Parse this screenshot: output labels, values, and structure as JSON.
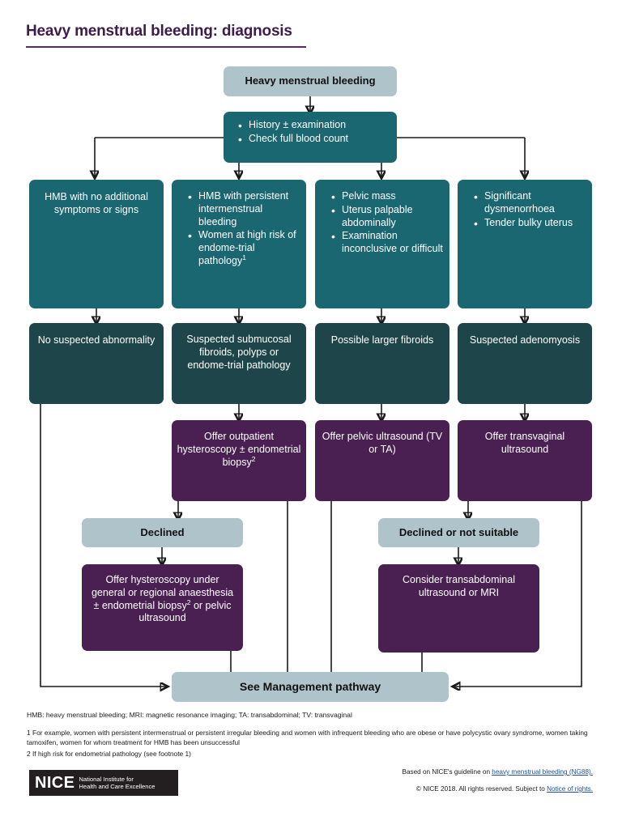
{
  "page": {
    "title": "Heavy menstrual bleeding: diagnosis"
  },
  "colors": {
    "light_blue": "#aec3ca",
    "teal": "#1a6671",
    "dark_teal": "#1e4549",
    "purple": "#4a2052",
    "title_purple": "#3d1c4c",
    "link_blue": "#1f4e9c"
  },
  "nodes": {
    "start": {
      "label": "Heavy menstrual bleeding"
    },
    "assessment": {
      "items": [
        "History ± examination",
        "Check full blood count"
      ]
    },
    "branch1": {
      "label": "HMB with no additional symptoms or signs"
    },
    "branch2": {
      "items_html": [
        "HMB with persistent intermenstrual bleeding",
        "Women at high risk of endome-trial pathology<sup>1</sup>"
      ]
    },
    "branch3": {
      "items": [
        "Pelvic mass",
        "Uterus palpable abdominally",
        "Examination inconclusive or difficult"
      ]
    },
    "branch4": {
      "items": [
        "Significant dysmenorrhoea",
        "Tender bulky uterus"
      ]
    },
    "finding1": {
      "label": "No suspected abnormality"
    },
    "finding2": {
      "label": "Suspected submucosal fibroids, polyps or endome-trial pathology"
    },
    "finding3": {
      "label": "Possible larger fibroids"
    },
    "finding4": {
      "label": "Suspected adenomyosis"
    },
    "action1": {
      "label_html": "Offer outpatient hysteroscopy ± endometrial biopsy<sup>2</sup>"
    },
    "action2": {
      "label": "Offer pelvic ultrasound (TV or TA)"
    },
    "action3": {
      "label": "Offer transvaginal ultrasound"
    },
    "declined_left": {
      "label": "Declined"
    },
    "declined_right": {
      "label": "Declined or not suitable"
    },
    "action_left_2": {
      "label_html": "Offer hysteroscopy under general or regional anaesthesia ± endometrial biopsy<sup>2</sup> or pelvic ultrasound"
    },
    "action_right_2": {
      "label": "Consider transabdominal ultrasound or MRI"
    },
    "end": {
      "label": "See Management pathway"
    }
  },
  "footnotes": {
    "abbreviations": "HMB: heavy menstrual bleeding; MRI: magnetic resonance imaging; TA: transabdominal; TV: transvaginal",
    "note_1": "1 For example, women with persistent intermenstrual or persistent irregular bleeding and women with infrequent bleeding  who are obese or have polycystic ovary syndrome, women taking tamoxifen, women for whom treatment for HMB has been unsuccessful",
    "note_2": "2 If high risk for endometrial pathology (see footnote 1)"
  },
  "footer": {
    "logo_word": "NICE",
    "logo_line1": "National Institute for",
    "logo_line2": "Health and Care Excellence",
    "credit_prefix": "Based on NICE's guideline on ",
    "credit_link": "heavy menstrual bleeding (NG88).",
    "copyright_prefix": "© NICE 2018. All rights reserved. Subject to ",
    "copyright_link": "Notice of rights."
  }
}
